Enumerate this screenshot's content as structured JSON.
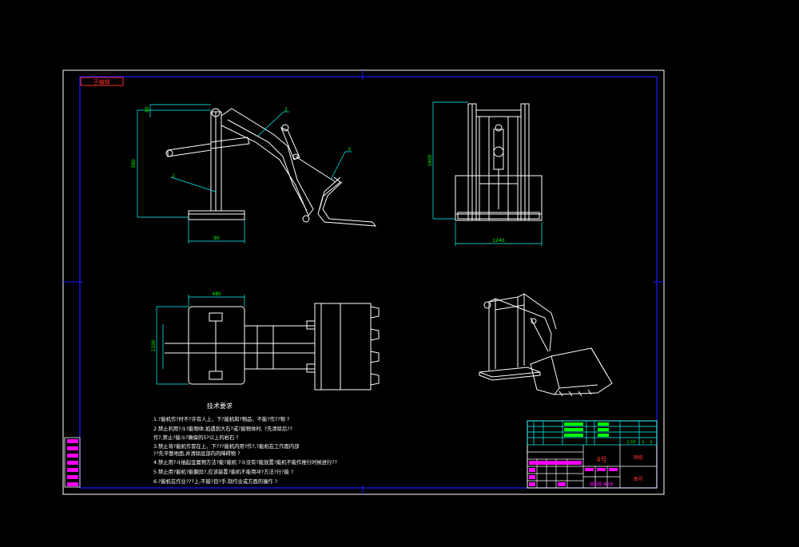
{
  "drawing": {
    "stamp_label": "子编辑",
    "dimensions": {
      "front_height": "380",
      "front_top": "80",
      "front_base": "90",
      "side_height": "1400",
      "side_width": "1240",
      "plan_top": "480",
      "plan_left": "1100"
    },
    "part_numbers": [
      "1",
      "2",
      "3"
    ],
    "notes_title": "技术要求",
    "notes": [
      "1.?能机作?时不?许有人上、下?能机和?物品、不能?作??物 ?",
      "2.禁止利用?斗?能物体,如遇到大石?或?能物体时, ?先清除后??",
      "作?,禁止?能斗?确保的5?以上的岩石 ?",
      "3.禁止将?能机作冒在上、下???能机内用?作?,?能机在工作面内部",
      "  ??先平整地面,并清除底部内的障碍物 ?",
      "4.禁止用?斗抽起金属物方法?能?能机 ?斗没有?能放置?能机不能作推行时候进行??",
      "5.禁止用?能机?能翻异?,应该装置?能机不能用冲?方法?行?能 ?",
      "6.?能机在作业???上,不能?目?手,制作业或方面的操作 ?"
    ],
    "title_block": {
      "drawing_name": "4号",
      "label_a": "图纸",
      "label_b": "图号",
      "scale": "1:10",
      "sheet": "1",
      "count": "1",
      "footer": "装配图 第1张"
    }
  }
}
